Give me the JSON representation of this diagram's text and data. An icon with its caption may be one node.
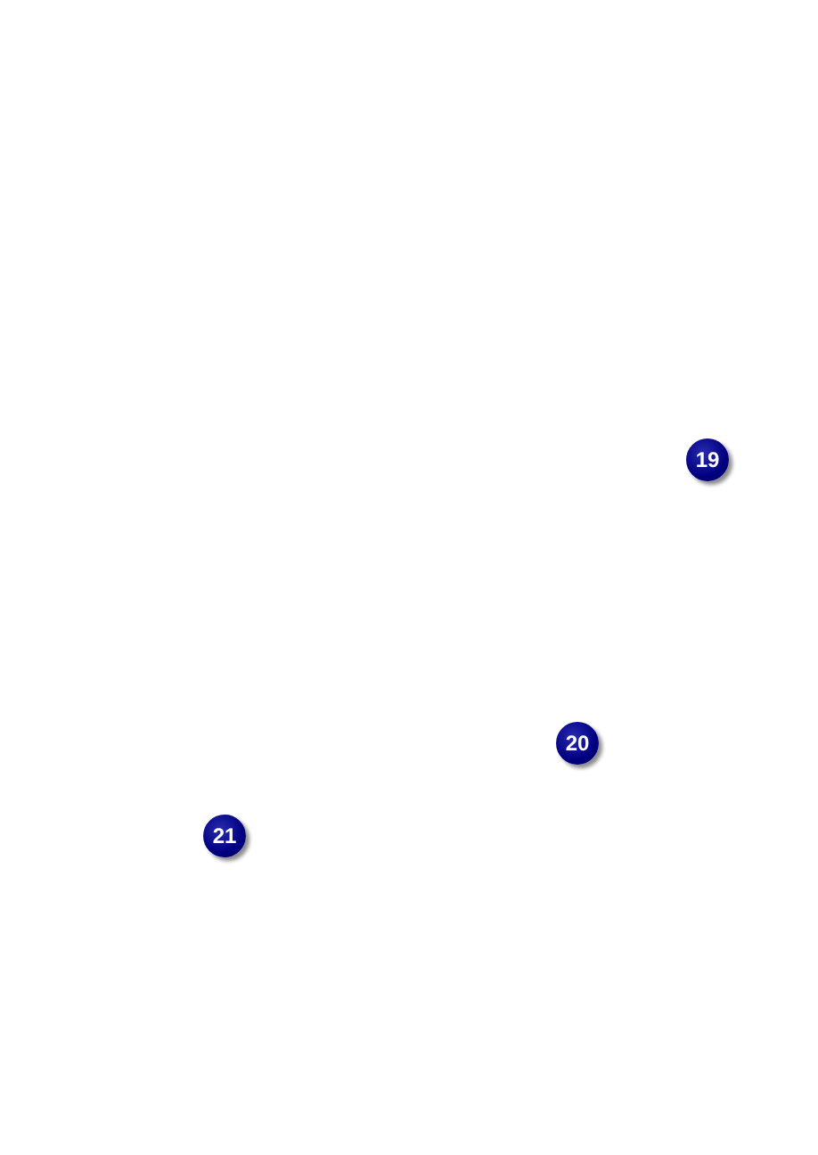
{
  "diagram": {
    "nodes": [
      {
        "text": [
          "19"
        ]
      },
      {
        "text": [
          "20"
        ]
      },
      {
        "text": [
          "21"
        ]
      }
    ]
  }
}
